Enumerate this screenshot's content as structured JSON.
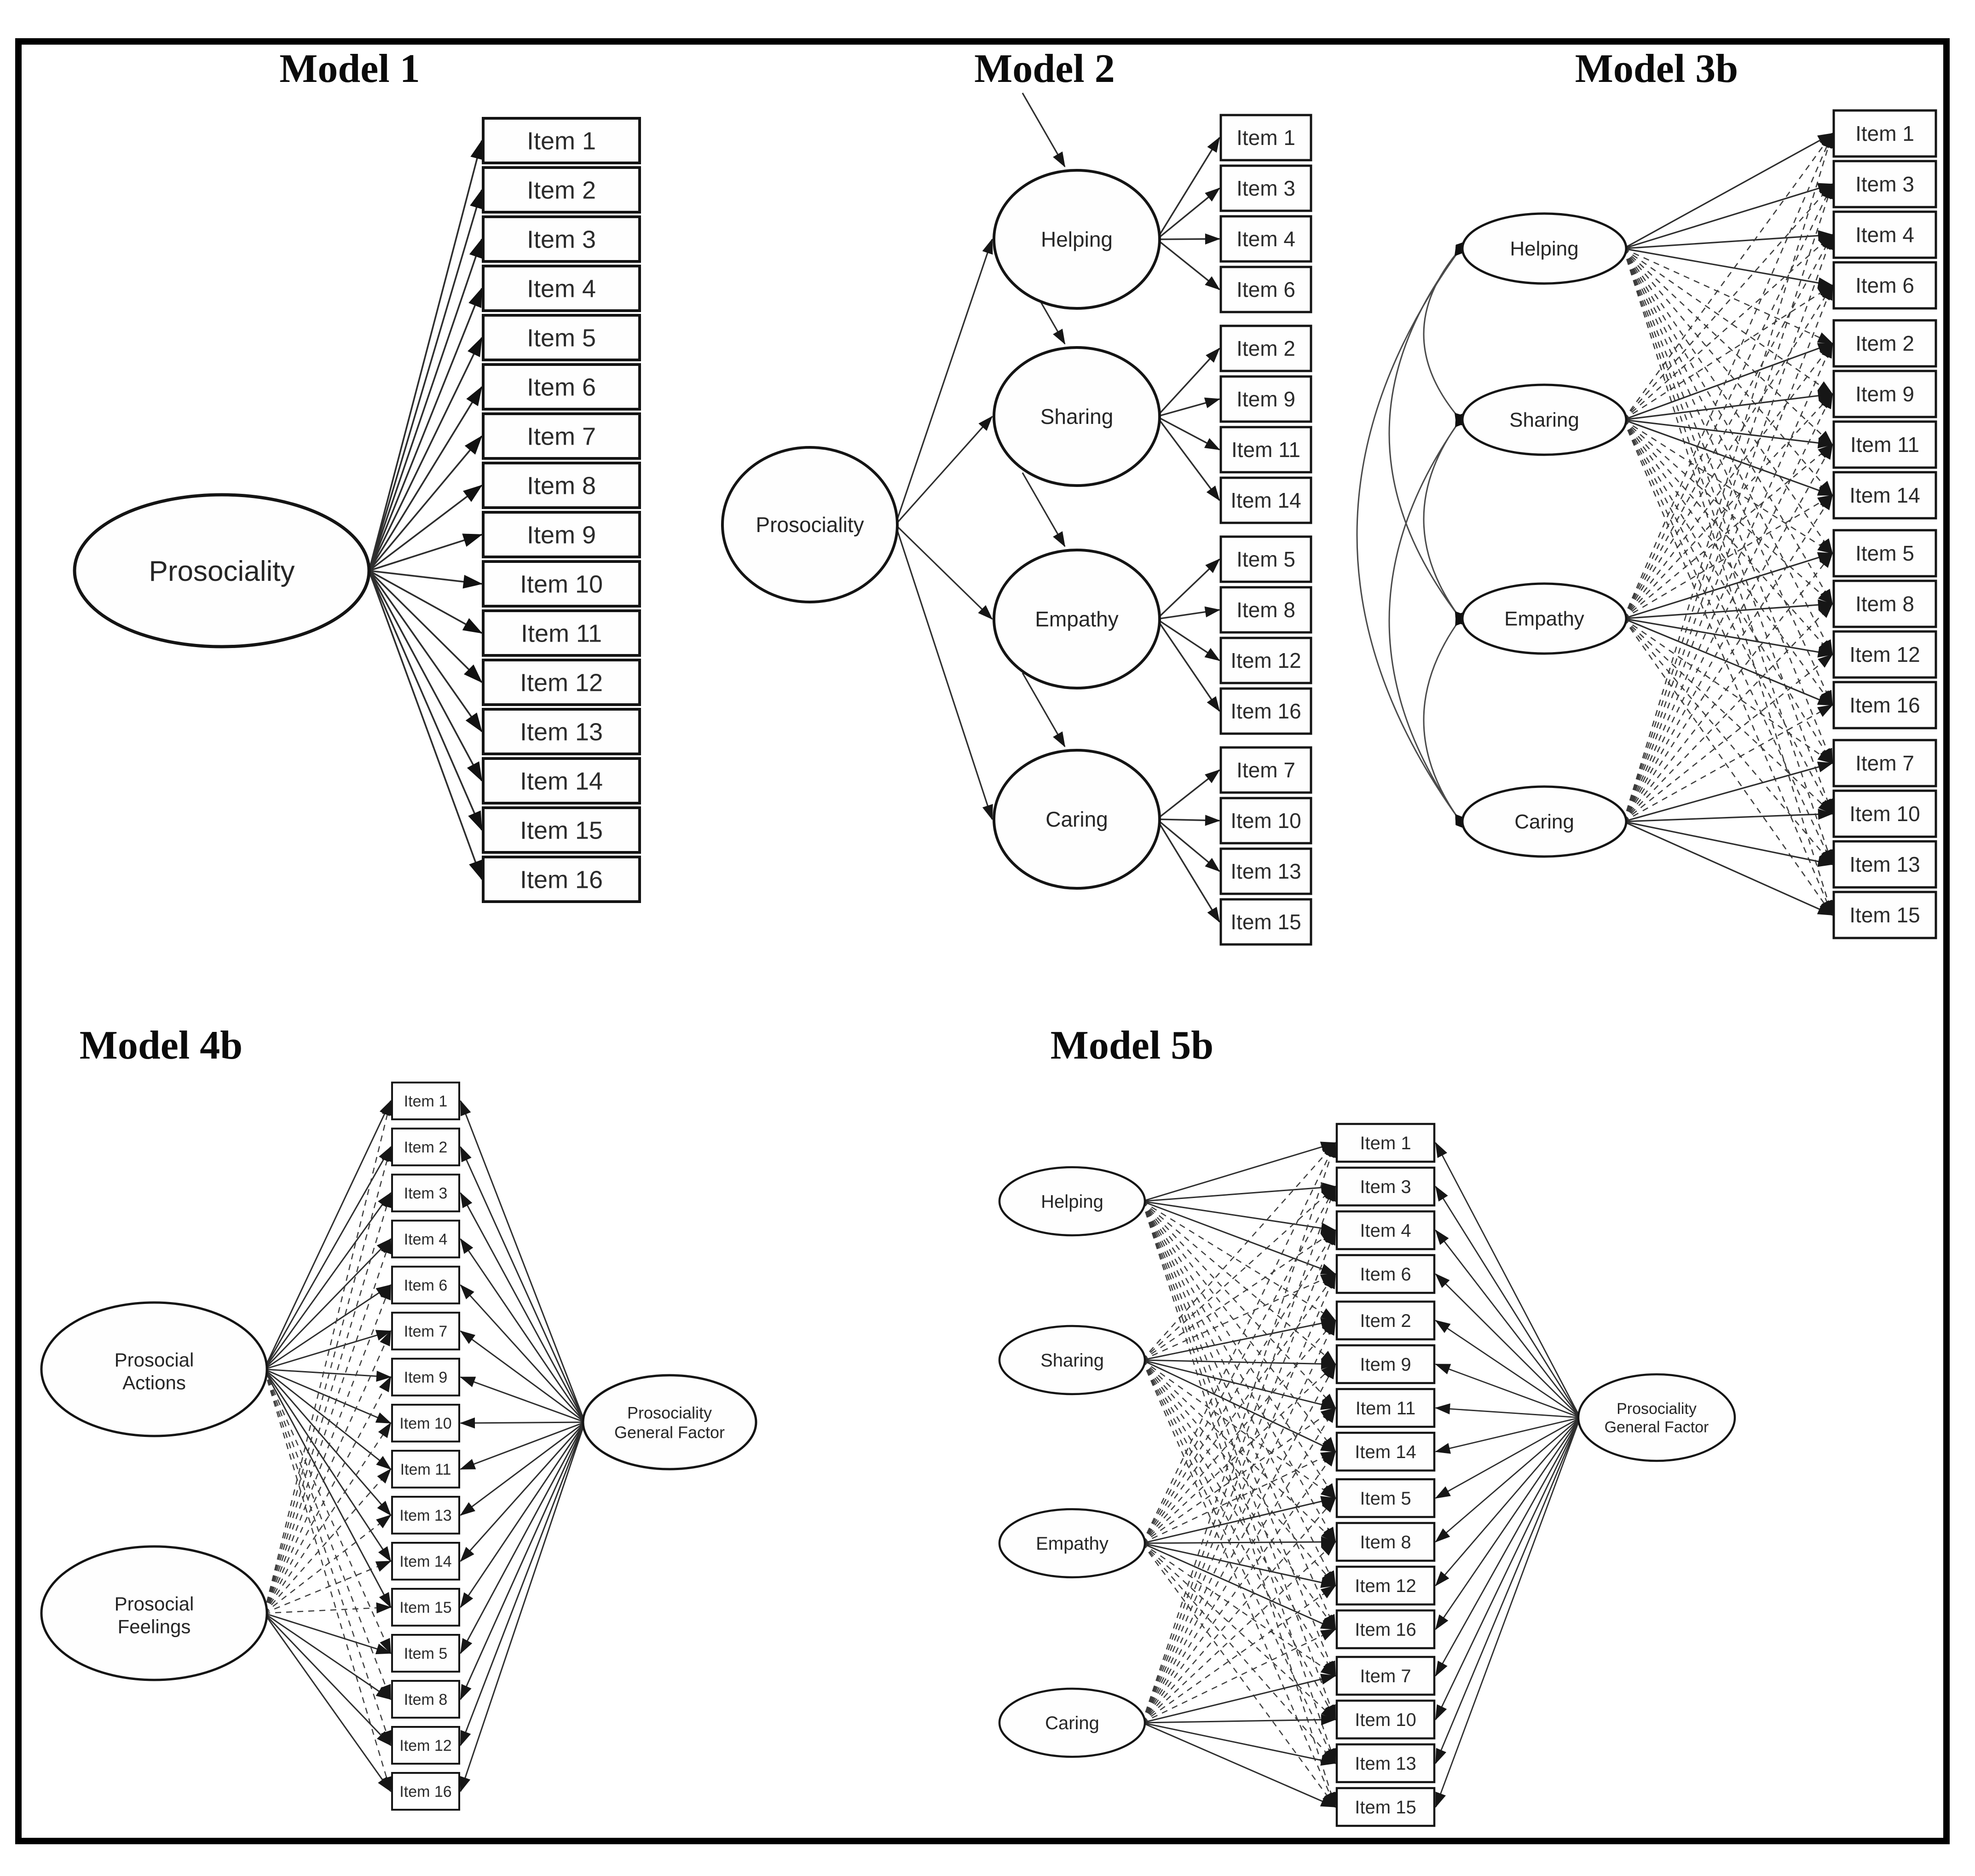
{
  "figure": {
    "background_color": "#ffffff",
    "border_color": "#000000",
    "node_fill_color": "#fefefe",
    "line_color": "#2e2e2e",
    "solid_line_meaning": "target loading",
    "dashed_line_meaning": "cross-loading"
  },
  "models": [
    {
      "title": "Model 1",
      "type": "single-factor",
      "factors": [
        {
          "label": "Prosociality",
          "items": [
            "Item 1",
            "Item 2",
            "Item 3",
            "Item 4",
            "Item 5",
            "Item 6",
            "Item 7",
            "Item 8",
            "Item 9",
            "Item 10",
            "Item 11",
            "Item 12",
            "Item 13",
            "Item 14",
            "Item 15",
            "Item 16"
          ]
        }
      ],
      "item_order": [
        "Item 1",
        "Item 2",
        "Item 3",
        "Item 4",
        "Item 5",
        "Item 6",
        "Item 7",
        "Item 8",
        "Item 9",
        "Item 10",
        "Item 11",
        "Item 12",
        "Item 13",
        "Item 14",
        "Item 15",
        "Item 16"
      ]
    },
    {
      "title": "Model 2",
      "type": "higher-order",
      "general_factor": "Prosociality",
      "factors": [
        {
          "label": "Helping",
          "items": [
            "Item 1",
            "Item 3",
            "Item 4",
            "Item 6"
          ]
        },
        {
          "label": "Sharing",
          "items": [
            "Item 2",
            "Item 9",
            "Item 11",
            "Item 14"
          ]
        },
        {
          "label": "Empathy",
          "items": [
            "Item 5",
            "Item 8",
            "Item 12",
            "Item 16"
          ]
        },
        {
          "label": "Caring",
          "items": [
            "Item 7",
            "Item 10",
            "Item 13",
            "Item 15"
          ]
        }
      ],
      "item_order": [
        "Item 1",
        "Item 3",
        "Item 4",
        "Item 6",
        "Item 2",
        "Item 9",
        "Item 11",
        "Item 14",
        "Item 5",
        "Item 8",
        "Item 12",
        "Item 16",
        "Item 7",
        "Item 10",
        "Item 13",
        "Item 15"
      ]
    },
    {
      "title": "Model 3b",
      "type": "correlated-factors-esem",
      "factors": [
        {
          "label": "Helping",
          "items": [
            "Item 1",
            "Item 3",
            "Item 4",
            "Item 6"
          ]
        },
        {
          "label": "Sharing",
          "items": [
            "Item 2",
            "Item 9",
            "Item 11",
            "Item 14"
          ]
        },
        {
          "label": "Empathy",
          "items": [
            "Item 5",
            "Item 8",
            "Item 12",
            "Item 16"
          ]
        },
        {
          "label": "Caring",
          "items": [
            "Item 7",
            "Item 10",
            "Item 13",
            "Item 15"
          ]
        }
      ],
      "item_order": [
        "Item 1",
        "Item 3",
        "Item 4",
        "Item 6",
        "Item 2",
        "Item 9",
        "Item 11",
        "Item 14",
        "Item 5",
        "Item 8",
        "Item 12",
        "Item 16",
        "Item 7",
        "Item 10",
        "Item 13",
        "Item 15"
      ]
    },
    {
      "title": "Model 4b",
      "type": "bifactor",
      "general_factor": "Prosociality General Factor",
      "factors": [
        {
          "label": "Prosocial Actions",
          "items": [
            "Item 1",
            "Item 2",
            "Item 3",
            "Item 4",
            "Item 6",
            "Item 7",
            "Item 9",
            "Item 10",
            "Item 11",
            "Item 13",
            "Item 14",
            "Item 15"
          ]
        },
        {
          "label": "Prosocial Feelings",
          "items": [
            "Item 5",
            "Item 8",
            "Item 12",
            "Item 16"
          ]
        }
      ],
      "item_order": [
        "Item 1",
        "Item 2",
        "Item 3",
        "Item 4",
        "Item 6",
        "Item 7",
        "Item 9",
        "Item 10",
        "Item 11",
        "Item 13",
        "Item 14",
        "Item 15",
        "Item 5",
        "Item 8",
        "Item 12",
        "Item 16"
      ]
    },
    {
      "title": "Model 5b",
      "type": "bifactor-esem",
      "general_factor": "Prosociality General Factor",
      "factors": [
        {
          "label": "Helping",
          "items": [
            "Item 1",
            "Item 3",
            "Item 4",
            "Item 6"
          ]
        },
        {
          "label": "Sharing",
          "items": [
            "Item 2",
            "Item 9",
            "Item 11",
            "Item 14"
          ]
        },
        {
          "label": "Empathy",
          "items": [
            "Item 5",
            "Item 8",
            "Item 12",
            "Item 16"
          ]
        },
        {
          "label": "Caring",
          "items": [
            "Item 7",
            "Item 10",
            "Item 13",
            "Item 15"
          ]
        }
      ],
      "item_order": [
        "Item 1",
        "Item 3",
        "Item 4",
        "Item 6",
        "Item 2",
        "Item 9",
        "Item 11",
        "Item 14",
        "Item 5",
        "Item 8",
        "Item 12",
        "Item 16",
        "Item 7",
        "Item 10",
        "Item 13",
        "Item 15"
      ]
    }
  ]
}
